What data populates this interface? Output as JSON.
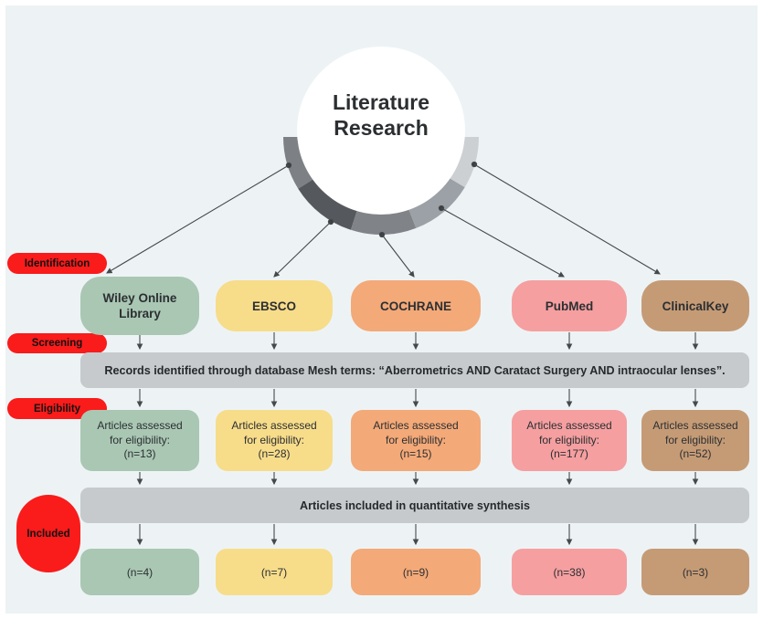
{
  "title": {
    "line1": "Literature",
    "line2": "Research"
  },
  "stages": [
    {
      "label": "Identification"
    },
    {
      "label": "Screening"
    },
    {
      "label": "Eligibility"
    },
    {
      "label": "Included"
    }
  ],
  "labels": {
    "assessed_line1": "Articles assessed",
    "assessed_line2": "for eligibility:"
  },
  "bars": {
    "records": "Records identified through database Mesh terms: “Aberrometrics AND Caratact Surgery AND intraocular lenses”.",
    "included": "Articles included in quantitative synthesis"
  },
  "databases": [
    {
      "name": "Wiley Online Library",
      "color": "#a9c7b3",
      "eligibility_n": "(n=13)",
      "included_n": "(n=4)"
    },
    {
      "name": "EBSCO",
      "color": "#f7dc8a",
      "eligibility_n": "(n=28)",
      "included_n": "(n=7)"
    },
    {
      "name": "COCHRANE",
      "color": "#f3a978",
      "eligibility_n": "(n=15)",
      "included_n": "(n=9)"
    },
    {
      "name": "PubMed",
      "color": "#f59fa0",
      "eligibility_n": "(n=177)",
      "included_n": "(n=38)"
    },
    {
      "name": "ClinicalKey",
      "color": "#c59b76",
      "eligibility_n": "(n=52)",
      "included_n": "(n=3)"
    }
  ],
  "palette": {
    "background": "#edf3f5",
    "stage_red": "#fa1b1b",
    "bar_gray": "#c6cacd",
    "arrow": "#46494b",
    "hub_circle": "#ffffff",
    "arc_segments": [
      "#7d8185",
      "#55585c",
      "#808488",
      "#9ba1a6",
      "#ccd0d3"
    ]
  }
}
